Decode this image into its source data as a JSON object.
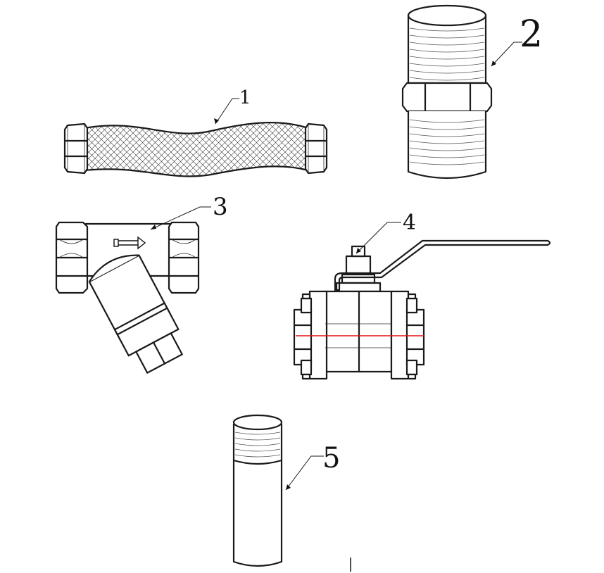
{
  "labels": {
    "item1": "1",
    "item2": "2",
    "item3": "3",
    "item4": "4",
    "item5": "5"
  },
  "colors": {
    "line": "#1a1a1a",
    "centerline": "#e01010"
  },
  "icons": [
    "braided-hose-icon",
    "hex-nipple-icon",
    "y-strainer-icon",
    "ball-valve-icon",
    "pipe-nipple-icon",
    "flow-arrow-icon"
  ]
}
